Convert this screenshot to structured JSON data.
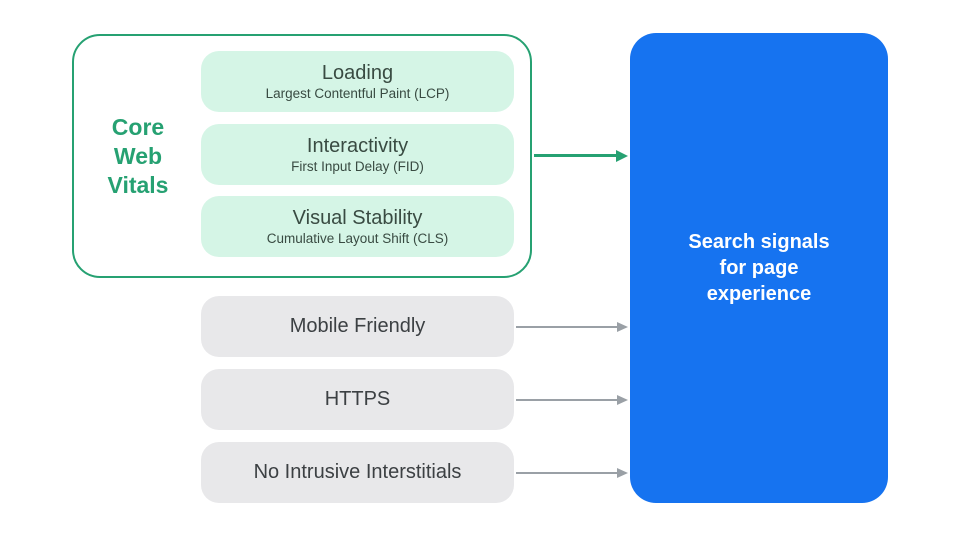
{
  "colors": {
    "accent-green": "#26A172",
    "mint": "#D5F5E6",
    "text-green-dark": "#394B42",
    "pill-gray": "#E8E8EA",
    "text-dark": "#3C4043",
    "arrow-gray": "#9AA0A6",
    "blue": "#1673F0"
  },
  "core_web_vitals": {
    "label": "Core\nWeb\nVitals",
    "metrics": [
      {
        "title": "Loading",
        "subtitle": "Largest Contentful Paint (LCP)"
      },
      {
        "title": "Interactivity",
        "subtitle": "First Input Delay (FID)"
      },
      {
        "title": "Visual Stability",
        "subtitle": "Cumulative Layout Shift (CLS)"
      }
    ]
  },
  "other_signals": [
    "Mobile Friendly",
    "HTTPS",
    "No Intrusive Interstitials"
  ],
  "result_box": {
    "label": "Search signals\nfor page\nexperience"
  }
}
